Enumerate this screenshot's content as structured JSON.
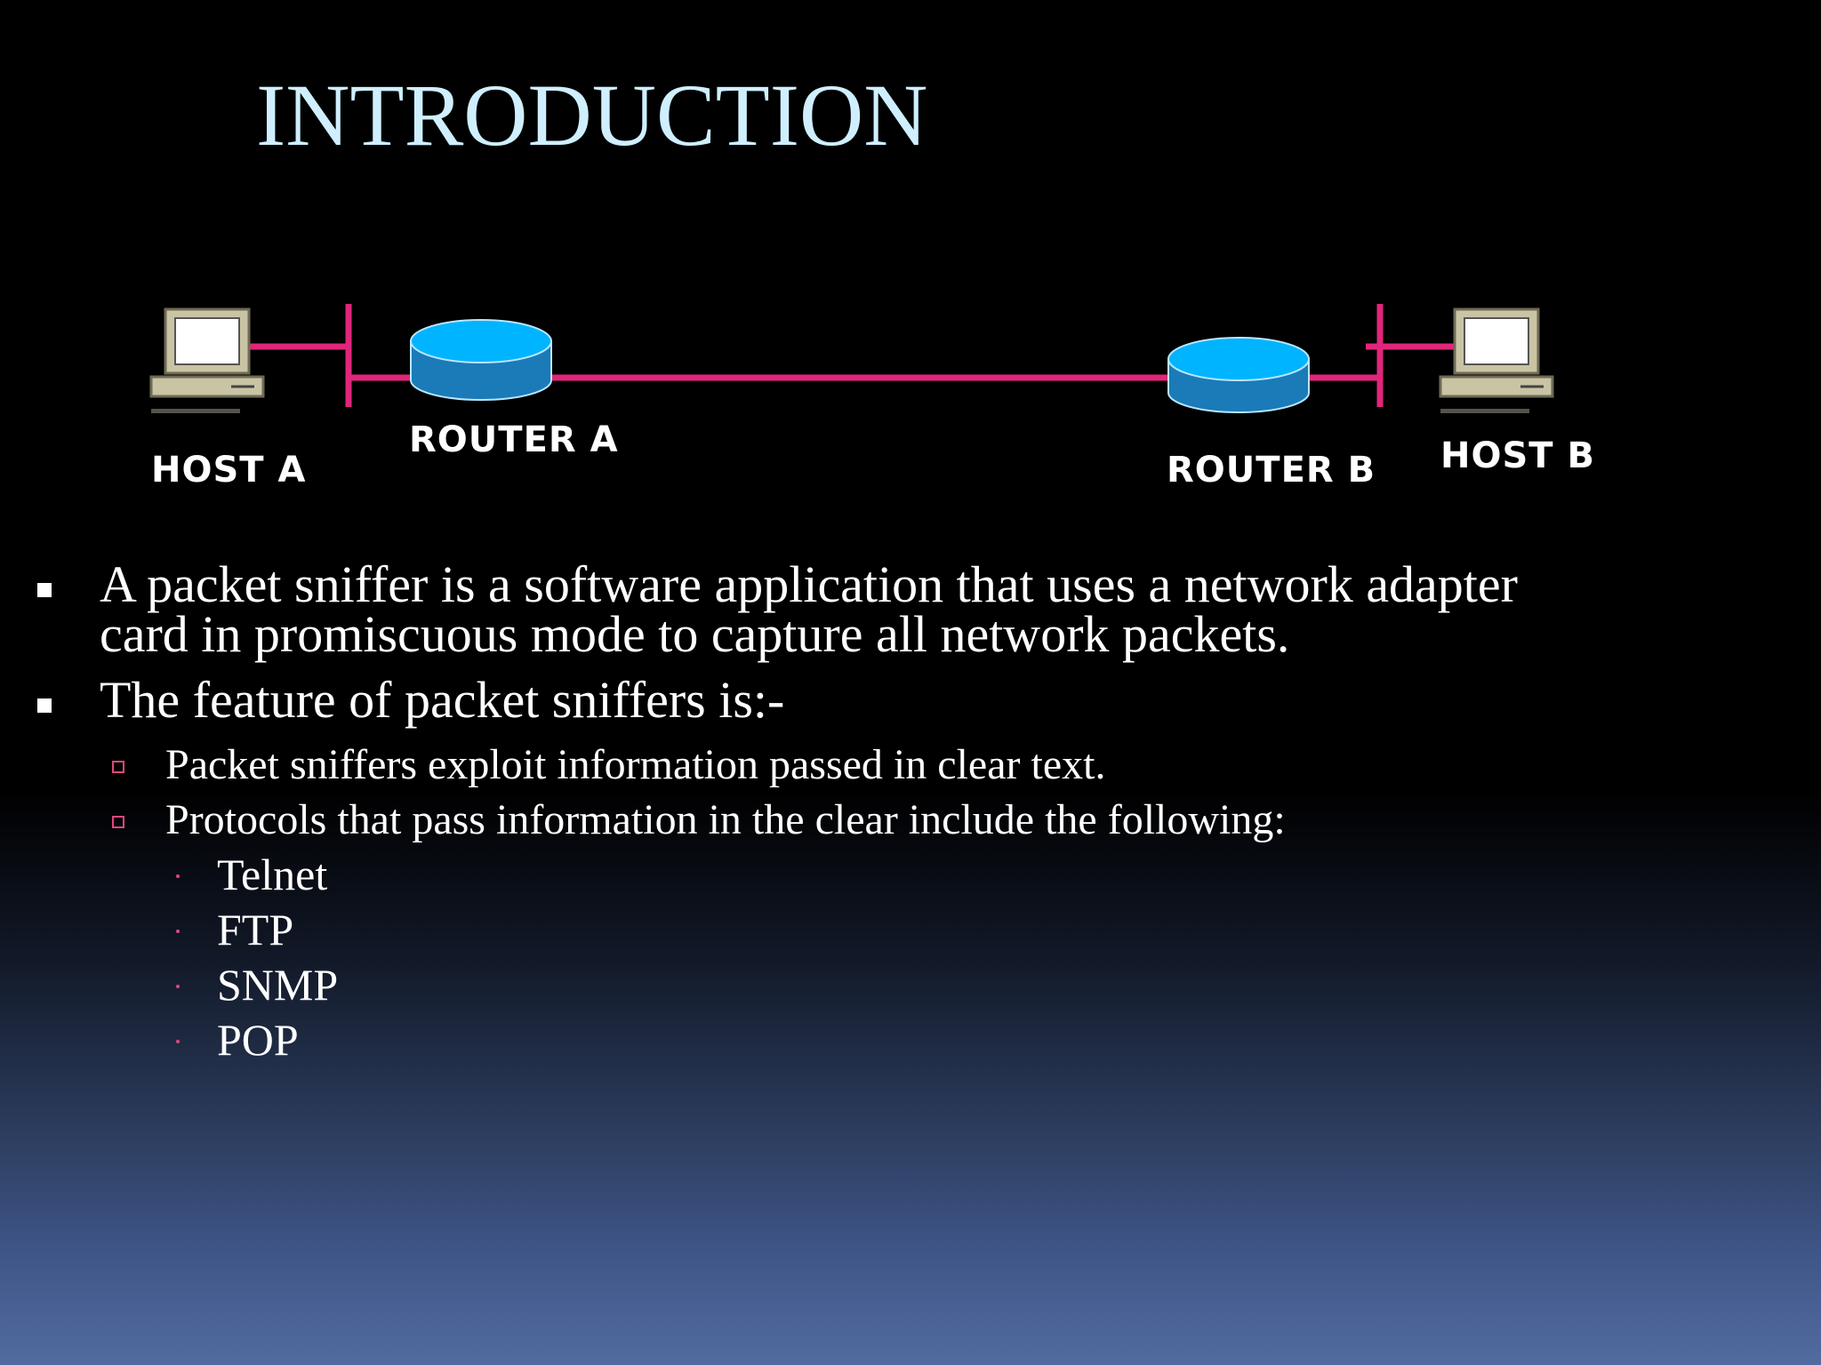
{
  "slide": {
    "title": "INTRODUCTION",
    "diagram": {
      "nodes": {
        "host_a": "HOST A",
        "router_a": "ROUTER A",
        "router_b": "ROUTER B",
        "host_b": "HOST B"
      },
      "colors": {
        "link": "#e0267a",
        "router_top": "#00b4ff",
        "router_side": "#1a7bb8",
        "computer": "#c9c4a4"
      }
    },
    "bullets": [
      {
        "text": "A packet sniffer is a software application that uses a network adapter card in promiscuous mode to capture all network packets."
      },
      {
        "text": "The feature of packet sniffers is:-",
        "children": [
          {
            "text": "Packet sniffers exploit information passed in clear text."
          },
          {
            "text": "Protocols that pass information in the clear include the following:",
            "children": [
              {
                "text": "Telnet"
              },
              {
                "text": "FTP"
              },
              {
                "text": "SNMP"
              },
              {
                "text": "POP"
              }
            ]
          }
        ]
      }
    ]
  }
}
